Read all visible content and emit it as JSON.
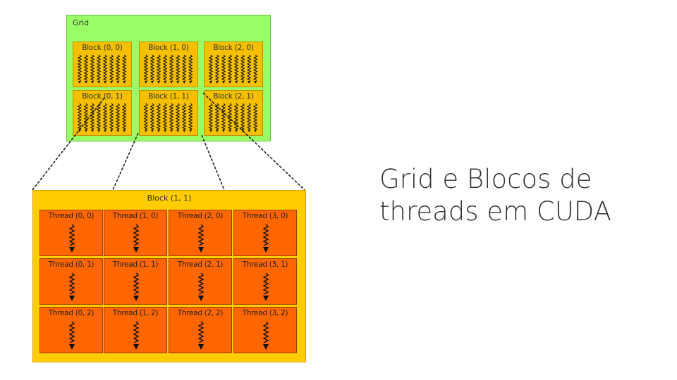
{
  "grid": {
    "title": "Grid",
    "blocks": [
      {
        "label": "Block (0, 0)"
      },
      {
        "label": "Block (1, 0)"
      },
      {
        "label": "Block (2, 0)"
      },
      {
        "label": "Block (0, 1)"
      },
      {
        "label": "Block (1, 1)"
      },
      {
        "label": "Block (2, 1)"
      }
    ]
  },
  "detail_block": {
    "title": "Block (1, 1)",
    "threads": [
      {
        "label": "Thread (0, 0)"
      },
      {
        "label": "Thread (1, 0)"
      },
      {
        "label": "Thread (2, 0)"
      },
      {
        "label": "Thread (3, 0)"
      },
      {
        "label": "Thread (0, 1)"
      },
      {
        "label": "Thread (1, 1)"
      },
      {
        "label": "Thread (2, 1)"
      },
      {
        "label": "Thread (3, 1)"
      },
      {
        "label": "Thread (0, 2)"
      },
      {
        "label": "Thread (1, 2)"
      },
      {
        "label": "Thread (2, 2)"
      },
      {
        "label": "Thread (3, 2)"
      }
    ]
  },
  "caption": {
    "line1": "Grid e Blocos de",
    "line2": "threads em CUDA"
  },
  "colors": {
    "grid": "#99ff66",
    "block": "#f5c000",
    "thread": "#ff6600",
    "detail": "#ffcc00"
  }
}
